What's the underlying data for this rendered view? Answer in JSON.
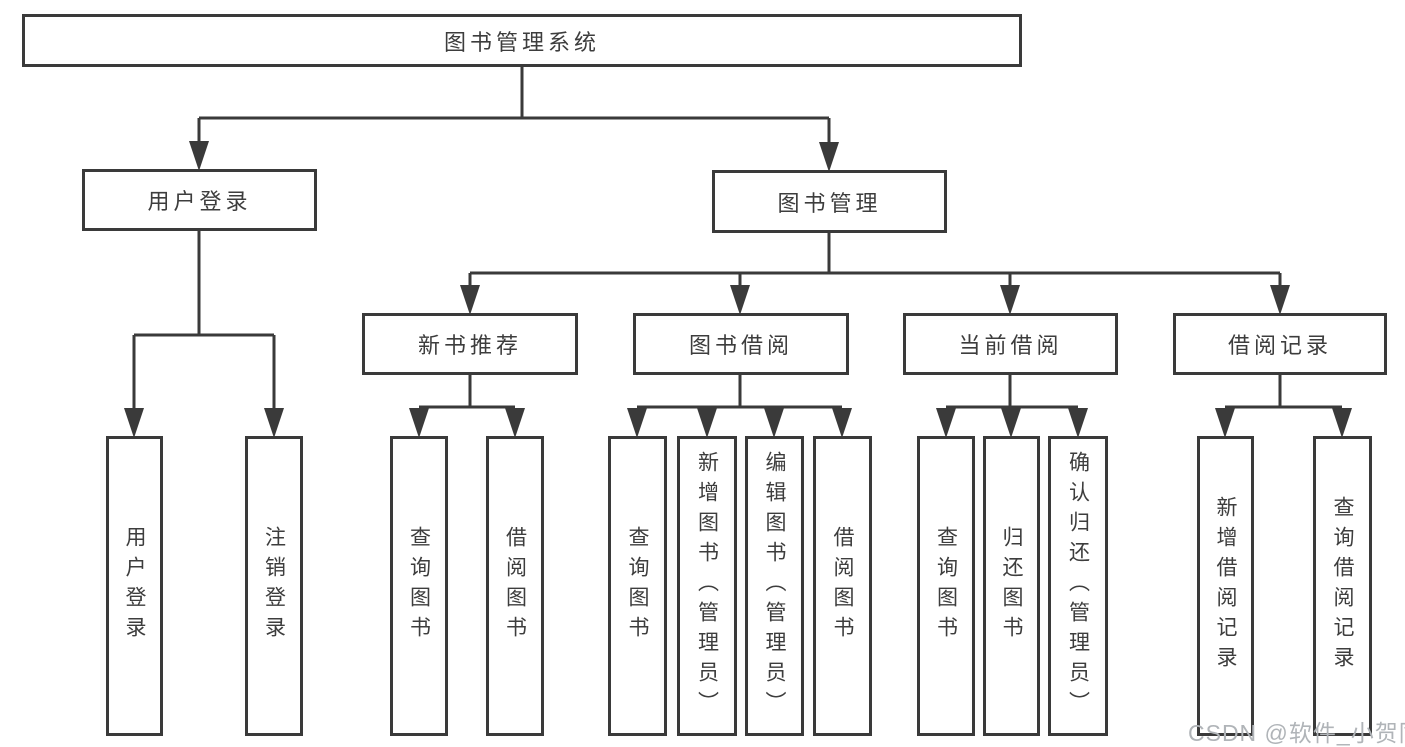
{
  "diagram_type": "hierarchy-tree",
  "colors": {
    "background": "#ffffff",
    "line": "#3a3a3a",
    "box_border": "#3a3a3a",
    "text": "#3d3d3d",
    "watermark": "#b0b4b8"
  },
  "nodes": {
    "root": "图书管理系统",
    "branches": [
      {
        "label": "用户登录",
        "children": [
          "用户登录",
          "注销登录"
        ]
      },
      {
        "label": "图书管理",
        "children": [
          {
            "label": "新书推荐",
            "children": [
              "查询图书",
              "借阅图书"
            ]
          },
          {
            "label": "图书借阅",
            "children": [
              "查询图书",
              "新增图书（管理员）",
              "编辑图书（管理员）",
              "借阅图书"
            ]
          },
          {
            "label": "当前借阅",
            "children": [
              "查询图书",
              "归还图书",
              "确认归还（管理员）"
            ]
          },
          {
            "label": "借阅记录",
            "children": [
              "新增借阅记录",
              "查询借阅记录"
            ]
          }
        ]
      }
    ]
  },
  "watermark": "CSDN @软件_小贺同学"
}
